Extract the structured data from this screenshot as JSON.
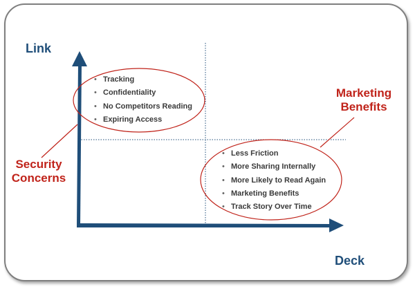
{
  "axes": {
    "y_label": "Link",
    "x_label": "Deck"
  },
  "callouts": {
    "security": [
      "Security",
      "Concerns"
    ],
    "marketing": [
      "Marketing",
      "Benefits"
    ]
  },
  "top_left_items": [
    "Tracking",
    "Confidentiality",
    "No Competitors Reading",
    "Expiring Access"
  ],
  "bottom_right_items": [
    "Less Friction",
    "More Sharing Internally",
    "More Likely to Read Again",
    "Marketing Benefits",
    "Track Story Over Time"
  ],
  "colors": {
    "axis": "#1f4e79",
    "callout": "#c0231a",
    "text": "#3a3a3a",
    "frame": "#7f7f7f"
  }
}
